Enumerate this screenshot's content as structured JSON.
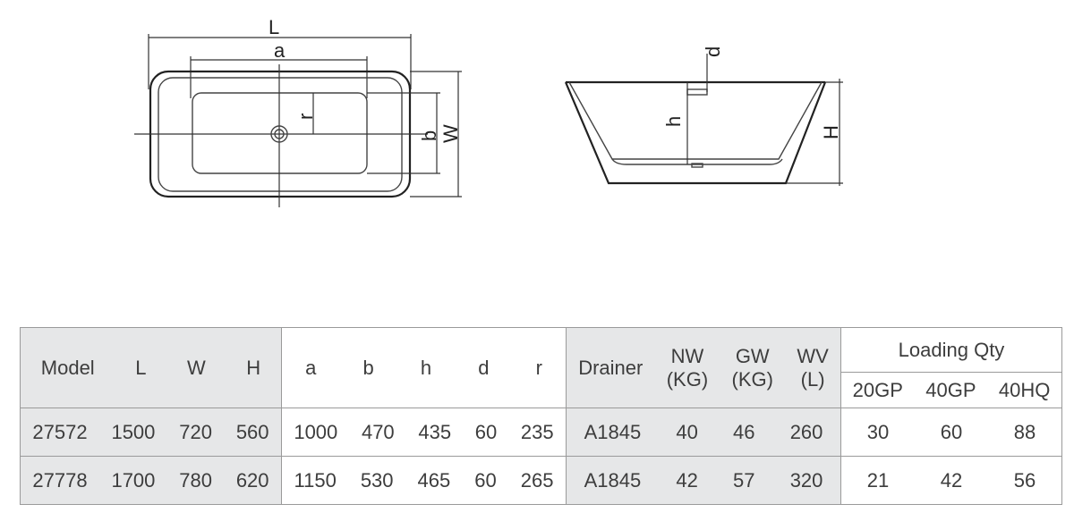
{
  "diagram": {
    "top_view_labels": {
      "length": "L",
      "inner_length": "a",
      "radius": "r",
      "inner_width": "b",
      "width": "W"
    },
    "side_view_labels": {
      "drain_depth": "d",
      "inner_height": "h",
      "height": "H"
    }
  },
  "table": {
    "headers": {
      "model": "Model",
      "L": "L",
      "W": "W",
      "H": "H",
      "a": "a",
      "b": "b",
      "h": "h",
      "d": "d",
      "r": "r",
      "drainer": "Drainer",
      "nw": "NW",
      "nw_unit": "(KG)",
      "gw": "GW",
      "gw_unit": "(KG)",
      "wv": "WV",
      "wv_unit": "(L)",
      "loading": "Loading Qty",
      "gp20": "20GP",
      "gp40": "40GP",
      "hq40": "40HQ"
    },
    "rows": [
      {
        "model": "27572",
        "L": "1500",
        "W": "720",
        "H": "560",
        "a": "1000",
        "b": "470",
        "h": "435",
        "d": "60",
        "r": "235",
        "drainer": "A1845",
        "nw": "40",
        "gw": "46",
        "wv": "260",
        "gp20": "30",
        "gp40": "60",
        "hq40": "88"
      },
      {
        "model": "27778",
        "L": "1700",
        "W": "780",
        "H": "620",
        "a": "1150",
        "b": "530",
        "h": "465",
        "d": "60",
        "r": "265",
        "drainer": "A1845",
        "nw": "42",
        "gw": "57",
        "wv": "320",
        "gp20": "21",
        "gp40": "42",
        "hq40": "56"
      }
    ]
  }
}
